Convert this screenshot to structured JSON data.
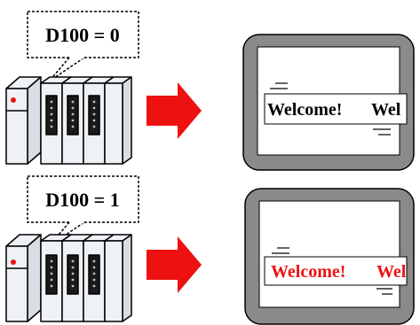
{
  "scenarios": [
    {
      "callout": "D100 = 0",
      "ticker": {
        "text": "Welcome!",
        "partial": "Wel",
        "color": "#000000"
      }
    },
    {
      "callout": "D100 = 1",
      "ticker": {
        "text": "Welcome!",
        "partial": "Wel",
        "color": "#ee1111"
      }
    }
  ],
  "colors": {
    "arrow": "#ee1111",
    "plc_led": "#ee1111",
    "hmi_bezel": "#8a8a8a",
    "hmi_screen": "#ffffff",
    "plc_body": "#eef2f6"
  }
}
